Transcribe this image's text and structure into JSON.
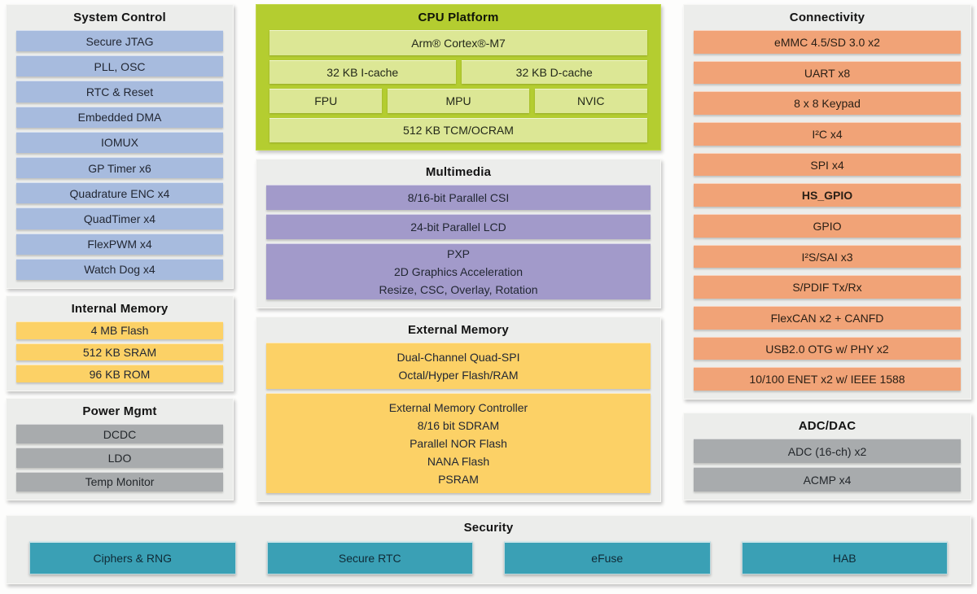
{
  "colors": {
    "panel_bg": "#ecedeb",
    "blue": "#a7bbde",
    "green_outer": "#b4cd30",
    "green_inner": "#dce795",
    "purple": "#a29aca",
    "yellow": "#fcd166",
    "orange": "#f1a377",
    "grey": "#a8abad",
    "teal": "#3aa0b5",
    "text_dark": "#222733"
  },
  "system_control": {
    "title": "System Control",
    "items": [
      "Secure JTAG",
      "PLL, OSC",
      "RTC & Reset",
      "Embedded DMA",
      "IOMUX",
      "GP Timer x6",
      "Quadrature ENC x4",
      "QuadTimer x4",
      "FlexPWM x4",
      "Watch Dog x4"
    ]
  },
  "internal_memory": {
    "title": "Internal Memory",
    "items": [
      "4 MB Flash",
      "512 KB SRAM",
      "96 KB ROM"
    ]
  },
  "power_mgmt": {
    "title": "Power Mgmt",
    "items": [
      "DCDC",
      "LDO",
      "Temp Monitor"
    ]
  },
  "cpu_platform": {
    "title": "CPU Platform",
    "core": "Arm® Cortex®-M7",
    "icache": "32 KB I-cache",
    "dcache": "32 KB D-cache",
    "fpu": "FPU",
    "mpu": "MPU",
    "nvic": "NVIC",
    "tcm": "512 KB TCM/OCRAM"
  },
  "multimedia": {
    "title": "Multimedia",
    "csi": "8/16-bit Parallel CSI",
    "lcd": "24-bit Parallel LCD",
    "pxp_lines": [
      "PXP",
      "2D Graphics Acceleration",
      "Resize, CSC, Overlay, Rotation"
    ]
  },
  "external_memory": {
    "title": "External Memory",
    "qspi_lines": [
      "Dual-Channel Quad-SPI",
      "Octal/Hyper Flash/RAM"
    ],
    "emc_lines": [
      "External Memory Controller",
      "8/16 bit SDRAM",
      "Parallel NOR Flash",
      "NANA Flash",
      "PSRAM"
    ]
  },
  "connectivity": {
    "title": "Connectivity",
    "items": [
      "eMMC 4.5/SD 3.0 x2",
      "UART x8",
      "8 x 8 Keypad",
      "I²C x4",
      "SPI  x4",
      "HS_GPIO",
      "GPIO",
      "I²S/SAI x3",
      "S/PDIF Tx/Rx",
      "FlexCAN x2 + CANFD",
      "USB2.0 OTG w/ PHY x2",
      "10/100 ENET x2 w/ IEEE 1588"
    ]
  },
  "adc_dac": {
    "title": "ADC/DAC",
    "items": [
      "ADC (16-ch) x2",
      "ACMP x4"
    ]
  },
  "security": {
    "title": "Security",
    "items": [
      "Ciphers & RNG",
      "Secure RTC",
      "eFuse",
      "HAB"
    ]
  }
}
